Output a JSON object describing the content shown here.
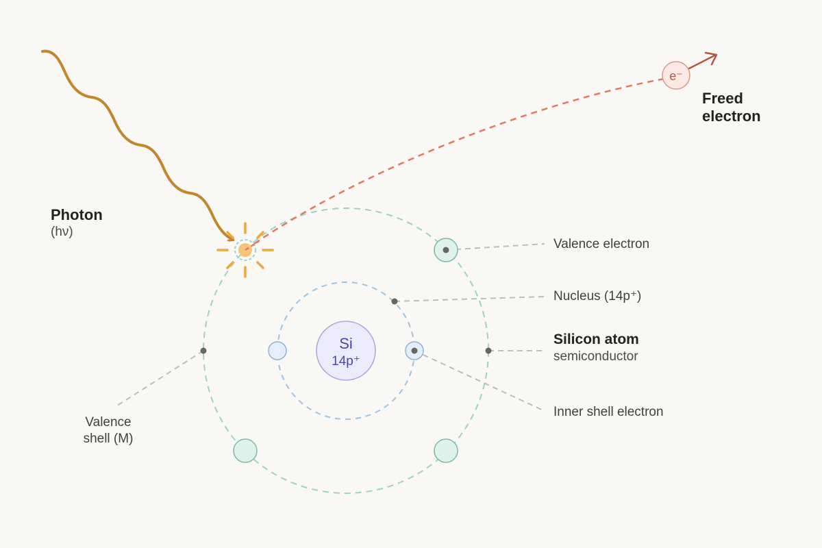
{
  "colors": {
    "background": "#f9f8f5",
    "photon": "#c4862a",
    "burst": "#f0a83a",
    "freed_path": "#e07a5f",
    "freed_electron_stroke": "#d59a8a",
    "freed_electron_fill": "#fbeae4",
    "freed_electron_text": "#b5553f",
    "valence_shell": "#9ed3c3",
    "valence_electron_fill": "#dff2ec",
    "valence_electron_stroke": "#7bb8a6",
    "inner_shell": "#9cc4e4",
    "inner_electron_fill": "#e4effa",
    "inner_electron_stroke": "#8fb4d8",
    "nucleus_fill": "#ecebfb",
    "nucleus_stroke": "#a9a5e0",
    "nucleus_text": "#4b45b0",
    "leader_line": "#bdbdbd",
    "leader_dot": "#666666"
  },
  "photon": {
    "title": "Photon",
    "subtitle": "(hν)"
  },
  "freed_electron": {
    "symbol": "e⁻",
    "title_line1": "Freed",
    "title_line2": "electron"
  },
  "nucleus": {
    "symbol": "Si",
    "charge": "14p⁺"
  },
  "labels": {
    "valence_electron": "Valence electron",
    "nucleus": "Nucleus (14p⁺)",
    "silicon_atom_title": "Silicon atom",
    "silicon_atom_sub": "semiconductor",
    "inner_shell_electron": "Inner shell electron",
    "valence_shell_line1": "Valence",
    "valence_shell_line2": "shell (M)"
  }
}
